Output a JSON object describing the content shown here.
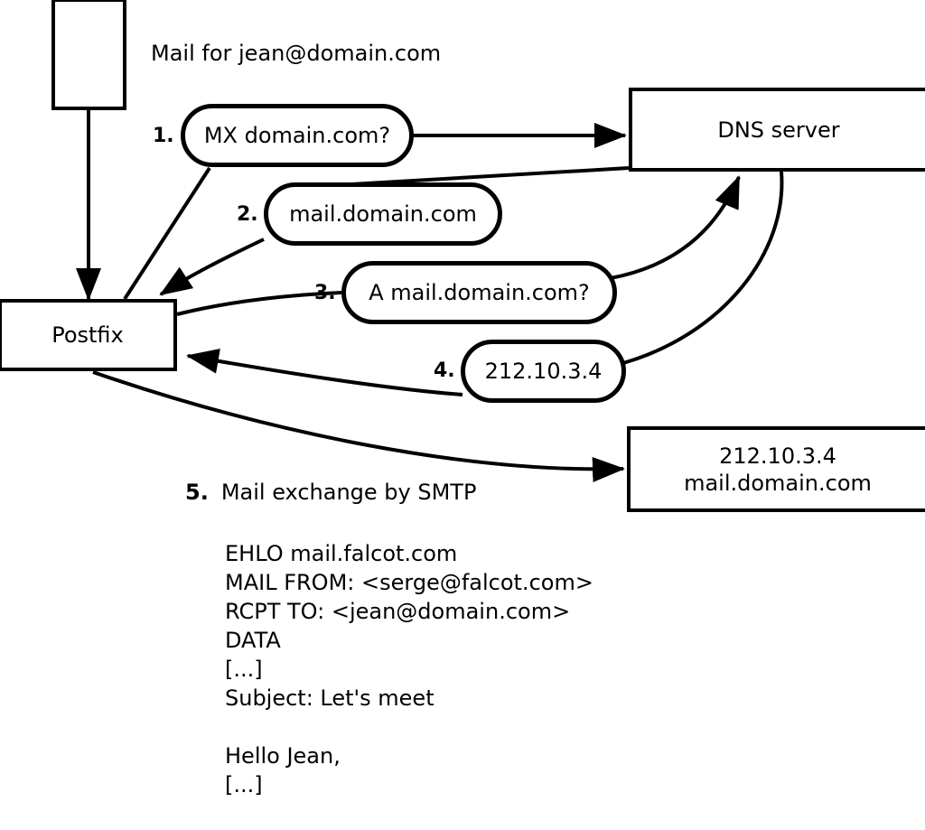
{
  "diagram": {
    "title_label": "Mail for jean@domain.com",
    "nodes": {
      "sender_box": "",
      "postfix": "Postfix",
      "dns_server": "DNS server",
      "mail_server_line1": "212.10.3.4",
      "mail_server_line2": "mail.domain.com"
    },
    "steps": [
      {
        "num": "1.",
        "text": "MX domain.com?"
      },
      {
        "num": "2.",
        "text": "mail.domain.com"
      },
      {
        "num": "3.",
        "text": "A mail.domain.com?"
      },
      {
        "num": "4.",
        "text": "212.10.3.4"
      }
    ],
    "step5": {
      "num": "5.",
      "text": "Mail exchange by SMTP"
    },
    "transcript": [
      "EHLO mail.falcot.com",
      "MAIL FROM: <serge@falcot.com>",
      "RCPT TO: <jean@domain.com>",
      "DATA",
      "[...]",
      "Subject: Let's meet",
      "",
      "Hello Jean,",
      "[...]",
      "",
      "."
    ],
    "colors": {
      "stroke": "#000000",
      "fill": "#ffffff"
    }
  }
}
